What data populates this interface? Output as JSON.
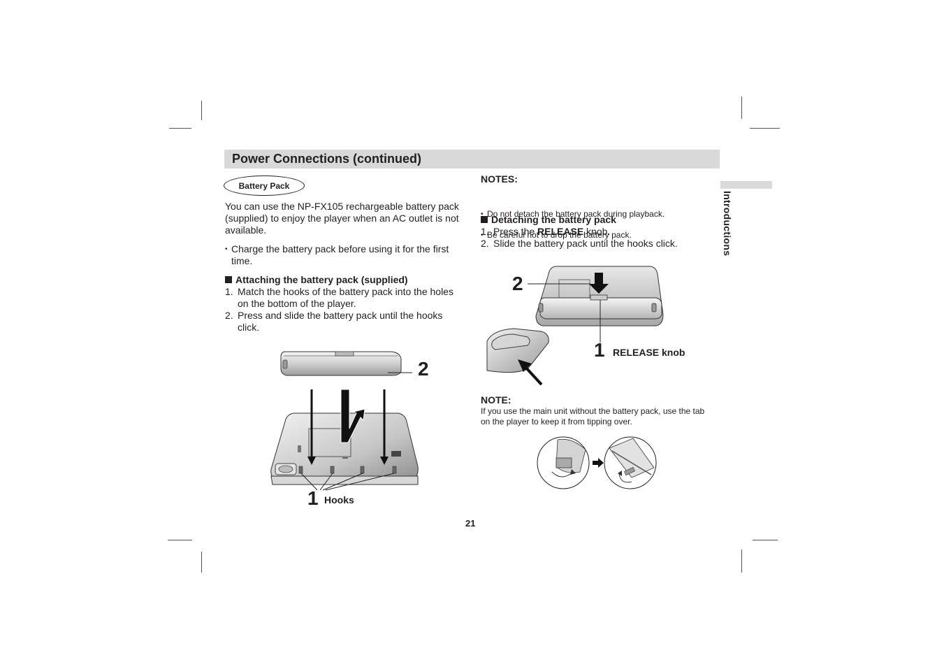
{
  "header": {
    "title": "Power Connections (continued)"
  },
  "side_tab": {
    "label": "Introductions"
  },
  "pill": {
    "label": "Battery Pack"
  },
  "intro": {
    "paragraph": "You can use the NP-FX105 rechargeable battery pack (supplied) to enjoy the player when an AC outlet is not available.",
    "bullet": "Charge the battery pack before using it for the first time."
  },
  "attaching": {
    "heading": "Attaching the battery pack (supplied)",
    "steps": [
      {
        "num": "1.",
        "text": "Match the hooks of the battery pack into the holes on the bottom of the player."
      },
      {
        "num": "2.",
        "text": "Press and slide the battery pack until the hooks click."
      }
    ],
    "figure": {
      "label_1": "1",
      "label_2": "2",
      "hooks_label": "Hooks"
    }
  },
  "notes": {
    "heading": "NOTES:",
    "items": [
      "Do not detach the battery pack during playback.",
      "Be careful not to drop the battery pack."
    ]
  },
  "detaching": {
    "heading": "Detaching the battery pack",
    "step1_num": "1.",
    "step1_pre": "Press the ",
    "step1_bold": "RELEASE",
    "step1_post": " knob.",
    "step2_num": "2.",
    "step2_text": "Slide the battery pack until the hooks click.",
    "figure": {
      "label_1": "1",
      "label_2": "2",
      "release_label": "RELEASE knob"
    }
  },
  "note": {
    "heading": "NOTE:",
    "text": "If you use the main unit without the battery pack, use the tab on the player to keep it from tipping over."
  },
  "page_number": "21"
}
